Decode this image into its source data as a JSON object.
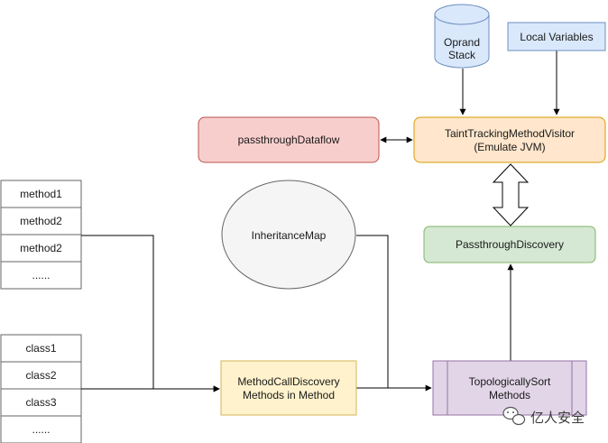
{
  "nodes": {
    "oprand_stack": {
      "lines": [
        "Oprand",
        "Stack"
      ],
      "fill": "#dae8fc",
      "stroke": "#6c8ebf"
    },
    "local_variables": {
      "label": "Local Variables",
      "fill": "#dae8fc",
      "stroke": "#6c8ebf"
    },
    "passthrough_dataflow": {
      "label": "passthroughDataflow",
      "fill": "#f8cecc",
      "stroke": "#b85450"
    },
    "taint_visitor": {
      "lines": [
        "TaintTrackingMethodVisitor",
        "(Emulate JVM)"
      ],
      "fill": "#ffe6cc",
      "stroke": "#d79b00"
    },
    "inheritance_map": {
      "label": "InheritanceMap",
      "fill": "#f5f5f5",
      "stroke": "#666666"
    },
    "passthrough_discovery": {
      "label": "PassthroughDiscovery",
      "fill": "#d5e8d4",
      "stroke": "#82b366"
    },
    "method_call_discovery": {
      "lines": [
        "MethodCallDiscovery",
        "Methods in Method"
      ],
      "fill": "#fff2cc",
      "stroke": "#d6b656"
    },
    "topological_sort": {
      "lines": [
        "TopologicallySort",
        "Methods"
      ],
      "fill": "#e1d5e7",
      "stroke": "#9673a6"
    }
  },
  "method_list": [
    "method1",
    "method2",
    "method2",
    "......"
  ],
  "class_list": [
    "class1",
    "class2",
    "class3",
    "......"
  ],
  "watermark": "亿人安全"
}
